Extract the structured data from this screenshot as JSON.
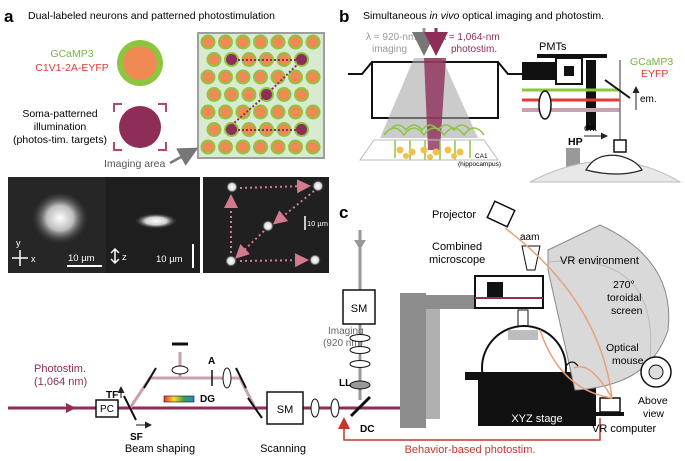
{
  "panel_a": {
    "letter": "a",
    "title": "Dual-labeled neurons and patterned photostimulation",
    "label_gcamp": "GCaMP3",
    "label_c1v1": "C1V1-2A-EYFP",
    "illum_line1": "Soma-patterned",
    "illum_line2": "illumination",
    "illum_line3": "(photos-tim. targets)",
    "imaging_area": "Imaging area",
    "axis_y": "y",
    "axis_x": "x",
    "axis_z": "z",
    "scale1": "10 µm",
    "scale2": "10 µm",
    "scale3": "10 µm"
  },
  "panel_b": {
    "letter": "b",
    "title_pre": "Simultaneous ",
    "title_italic": "in vivo",
    "title_post": " optical imaging and photostim.",
    "lambda1_line1": "λ = 920-nm",
    "lambda1_line2": "imaging",
    "lambda2_line1": "λ = 1,064-nm",
    "lambda2_line2": "photostim.",
    "ca1_line1": "CA1",
    "ca1_line2": "(hippocampus)",
    "pmts": "PMTs",
    "gcamp": "GCaMP3",
    "eyfp": "EYFP",
    "em": "em.",
    "ex": "ex.",
    "hp": "HP"
  },
  "panel_c": {
    "letter": "c",
    "projector": "Projector",
    "aam": "aam",
    "combined_line1": "Combined",
    "combined_line2": "microscope",
    "vr_env": "VR environment",
    "toroid_line1": "270°",
    "toroid_line2": "toroidal",
    "toroid_line3": "screen",
    "optical_line1": "Optical",
    "optical_line2": "mouse",
    "above_line1": "Above",
    "above_line2": "view",
    "xyz": "XYZ stage",
    "vr_computer": "VR computer",
    "sm_top": "SM",
    "sm_bottom": "SM",
    "imaging_line1": "Imaging",
    "imaging_line2": "(920 nm)",
    "ll": "LL",
    "dc": "DC",
    "photostim_line1": "Photostim.",
    "photostim_line2": "(1,064 nm)",
    "pc": "PC",
    "tf": "TF",
    "sf": "SF",
    "a": "A",
    "dg": "DG",
    "beam_shaping": "Beam shaping",
    "scanning": "Scanning",
    "behavior": "Behavior-based photostim."
  },
  "colors": {
    "gcamp_green": "#8cc63f",
    "c1v1_red": "#e8453c",
    "soma_fill": "#f08a5d",
    "target_maroon": "#8e2d57",
    "photostim_red": "#c0392b",
    "beam_pink": "#c9a0b0",
    "gray_beam": "#9b9b9b"
  }
}
